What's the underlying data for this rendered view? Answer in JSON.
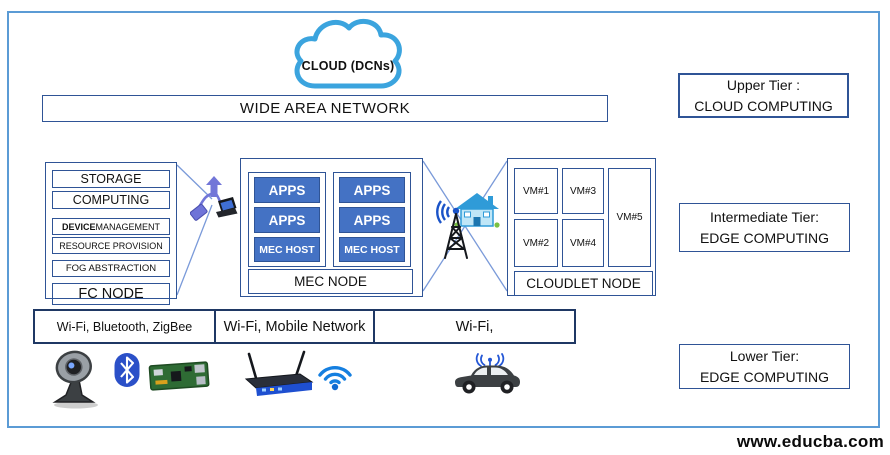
{
  "cloud": {
    "label": "CLOUD (DCNs)"
  },
  "wan": {
    "label": "WIDE AREA NETWORK"
  },
  "tiers": {
    "upper": {
      "line1": "Upper Tier :",
      "line2": "CLOUD COMPUTING"
    },
    "intermediate": {
      "line1": "Intermediate  Tier:",
      "line2": "EDGE COMPUTING"
    },
    "lower": {
      "line1": "Lower Tier:",
      "line2": "EDGE COMPUTING"
    }
  },
  "fc_node": {
    "storage": "STORAGE",
    "computing": "COMPUTING",
    "device_management_bold": "DEVICE",
    "device_management_rest": " MANAGEMENT",
    "resource_provision": "RESOURCE PROVISION",
    "fog_abstraction": "FOG ABSTRACTION",
    "label": "FC NODE"
  },
  "mec_node": {
    "col1": [
      "APPS",
      "APPS",
      "MEC HOST"
    ],
    "col2": [
      "APPS",
      "APPS",
      "MEC HOST"
    ],
    "label": "MEC NODE"
  },
  "cloudlet_node": {
    "vm1": "VM#1",
    "vm2": "VM#2",
    "vm3": "VM#3",
    "vm4": "VM#4",
    "vm5": "VM#5",
    "label": "CLOUDLET NODE"
  },
  "connectivity": {
    "cells": [
      "Wi-Fi, Bluetooth, ZigBee",
      "Wi-Fi, Mobile Network",
      "Wi-Fi,"
    ]
  },
  "icons": {
    "top": "cloud-icon",
    "fog_access": "iot-gateway-icon",
    "edge_access": [
      "house-icon",
      "cell-tower-icon"
    ],
    "devices": [
      "webcam-icon",
      "bluetooth-icon",
      "raspberry-pi-icon",
      "router-icon",
      "wifi-icon",
      "connected-car-icon"
    ]
  },
  "colors": {
    "box_border": "#2f5496",
    "fill_blue": "#4472c4",
    "outer_border": "#5b9bd5",
    "bar_border": "#1f3864",
    "cloud_outline": "#3ba4de"
  },
  "watermark": {
    "text": "www.educba.com"
  }
}
